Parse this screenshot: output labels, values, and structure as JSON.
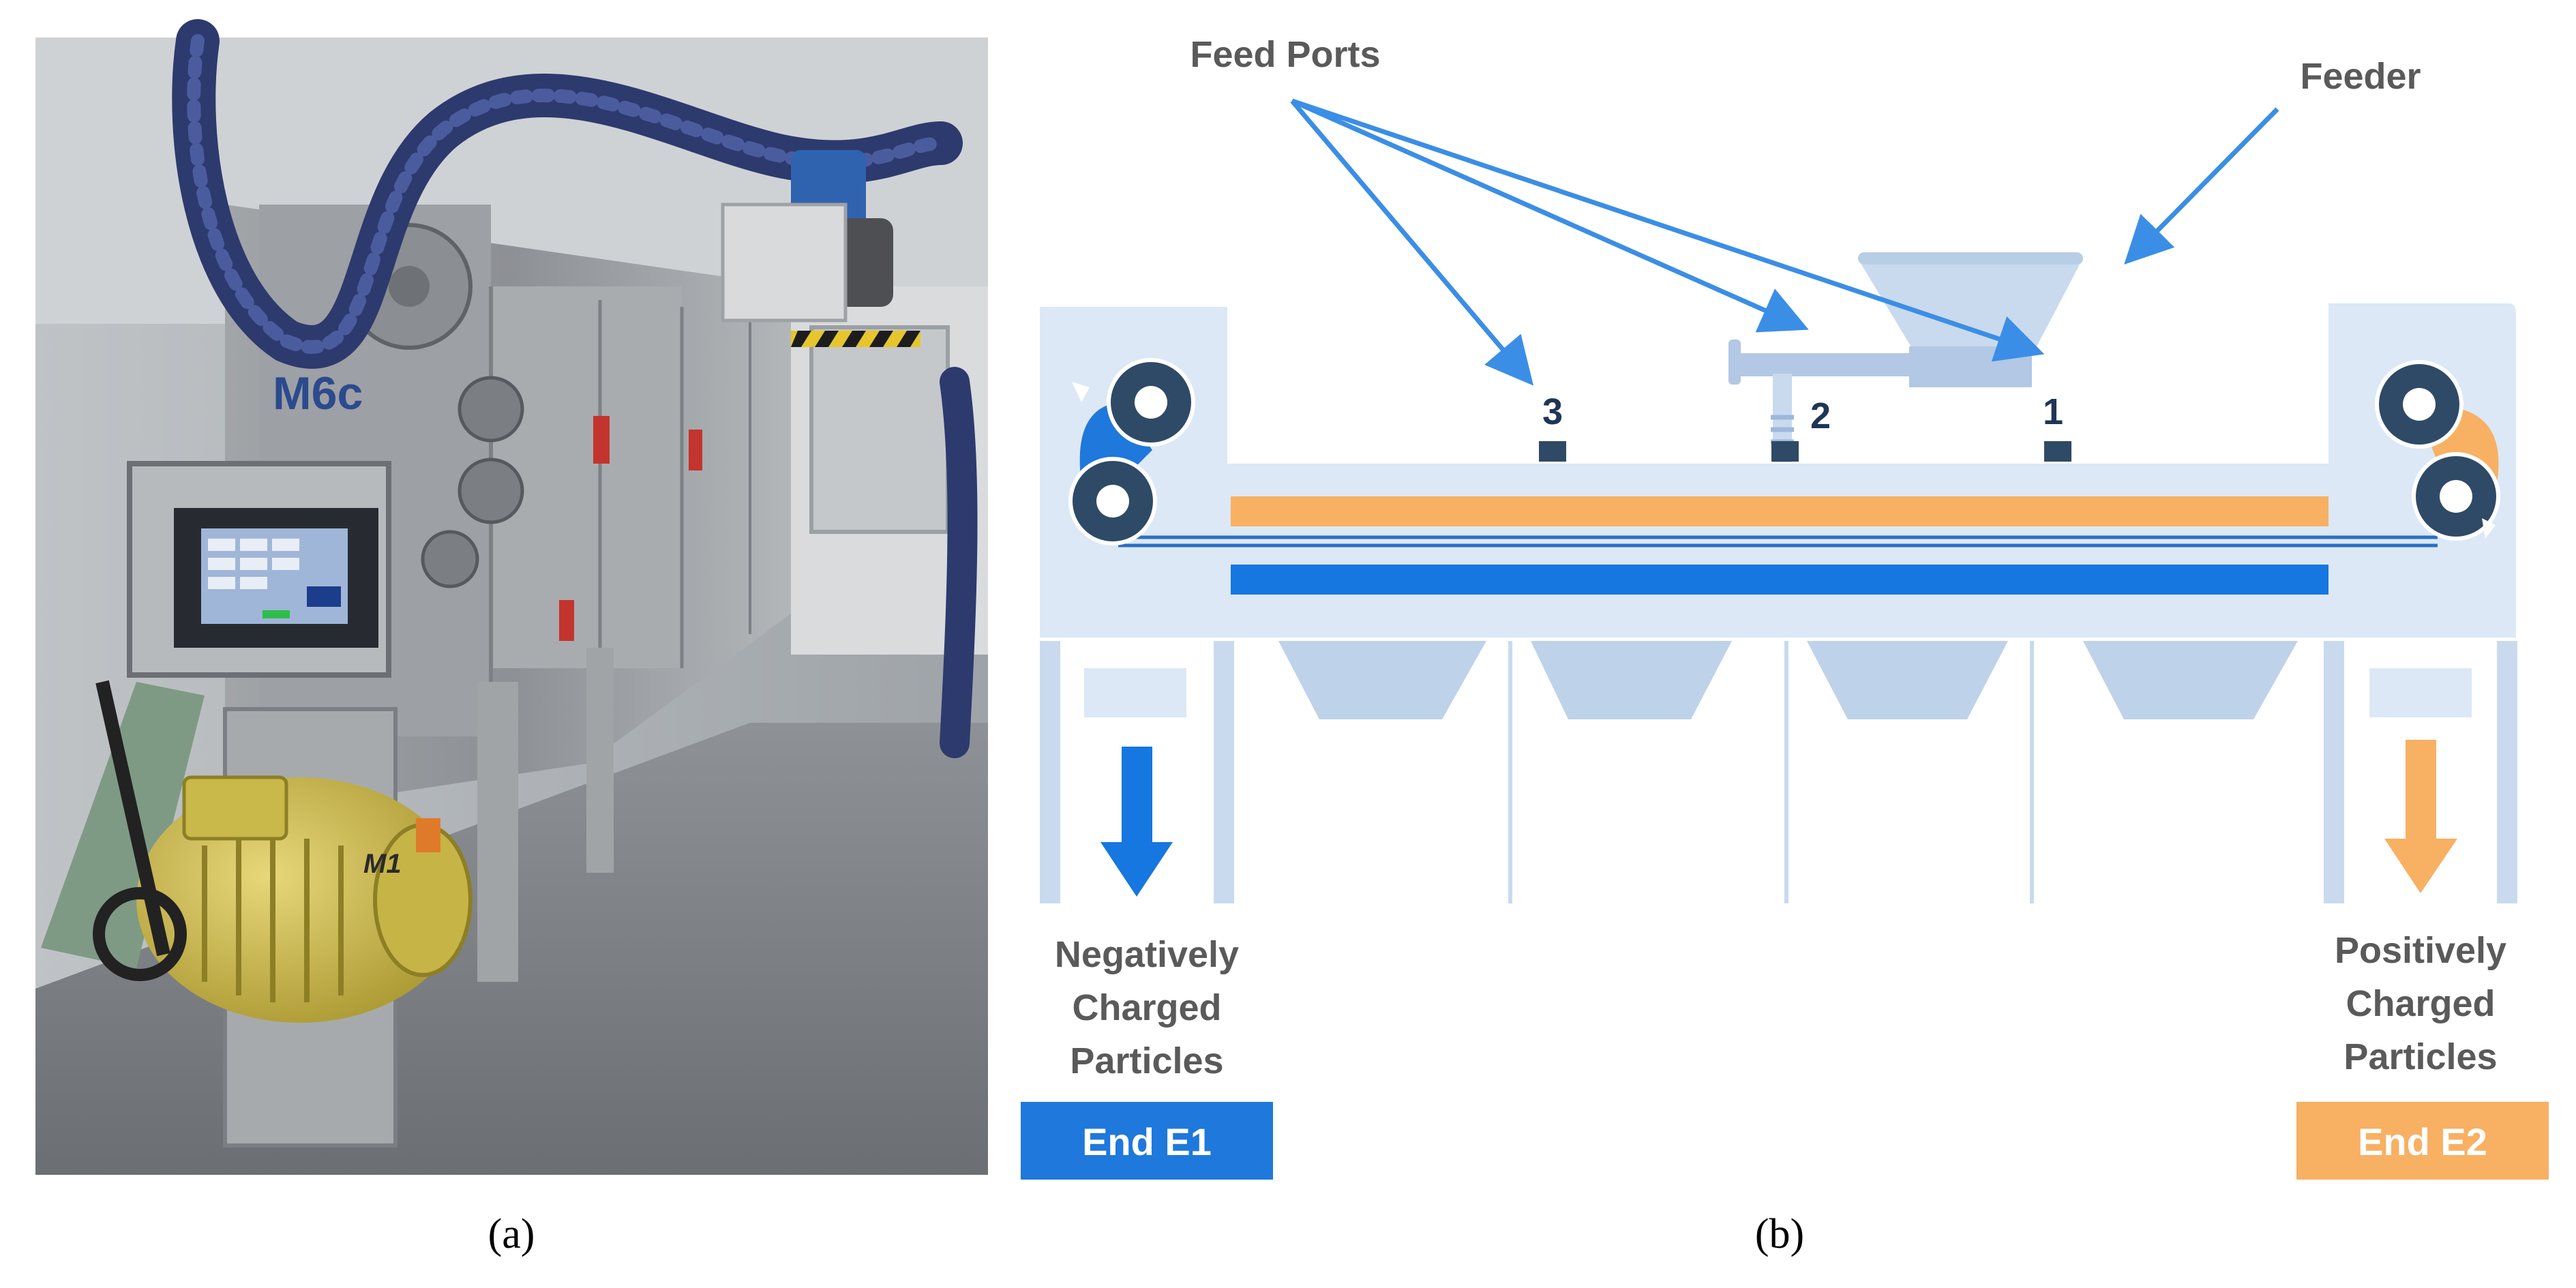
{
  "panel_a": {
    "caption": "(a)",
    "machine_label": "M6c",
    "motor_label": "M1"
  },
  "panel_b": {
    "caption": "(b)",
    "labels": {
      "feed_ports": "Feed Ports",
      "feeder": "Feeder"
    },
    "ports": [
      "3",
      "2",
      "1"
    ],
    "left_output": {
      "text_lines": [
        "Negatively",
        "Charged",
        "Particles"
      ],
      "end_label": "End E1",
      "color": "#1f78dc"
    },
    "right_output": {
      "text_lines": [
        "Positively",
        "Charged",
        "Particles"
      ],
      "end_label": "End E2",
      "color": "#f8b063"
    },
    "colors": {
      "frame": "#dce8f5",
      "roller": "#2f4a66",
      "electrode_positive": "#f8b063",
      "electrode_negative": "#1677e0",
      "arrow": "#3b8ee6",
      "text_gray": "#5a5a5a",
      "port": "#2f4a66"
    }
  }
}
